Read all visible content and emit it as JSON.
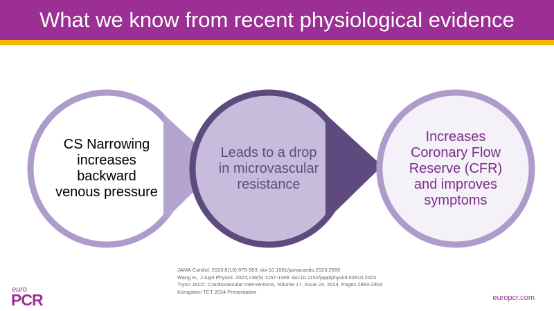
{
  "slide": {
    "title": "What we know from recent physiological evidence",
    "colors": {
      "header": "#9b2f93",
      "stripe": "#f5b800",
      "ring": "#ad9bcb",
      "arrow_light": "#b5a3d0",
      "arrow_dark": "#5f4a80",
      "middle_fill": "#c7bcdc",
      "right_text": "#7b2d8b"
    }
  },
  "steps": [
    {
      "text_lines": [
        "CS Narrowing",
        "increases",
        "backward",
        "venous pressure"
      ]
    },
    {
      "text_lines": [
        "Leads to a drop",
        "in microvascular",
        "resistance"
      ]
    },
    {
      "text_lines": [
        "Increases",
        "Coronary Flow",
        "Reserve (CFR)",
        "and improves",
        "symptoms"
      ]
    }
  ],
  "references": [
    "JAMA Cardiol. 2023;8(10):979-983. doi:10.1001/jamacardio.2023.2566",
    "Wang H,. J Appl Physiol. 2024;136(5):1157-1169. doi:10.1152/japplphysiol.00910.2023",
    "Tryon JACC: Cardiovascular Interventions, Volume 17, Issue 24, 2024, Pages 2893-2904",
    "Konigstein TCT 2024 Presentation"
  ],
  "footer": {
    "logo_top": "euro",
    "logo_main": "PCR",
    "url": "europcr.com"
  }
}
